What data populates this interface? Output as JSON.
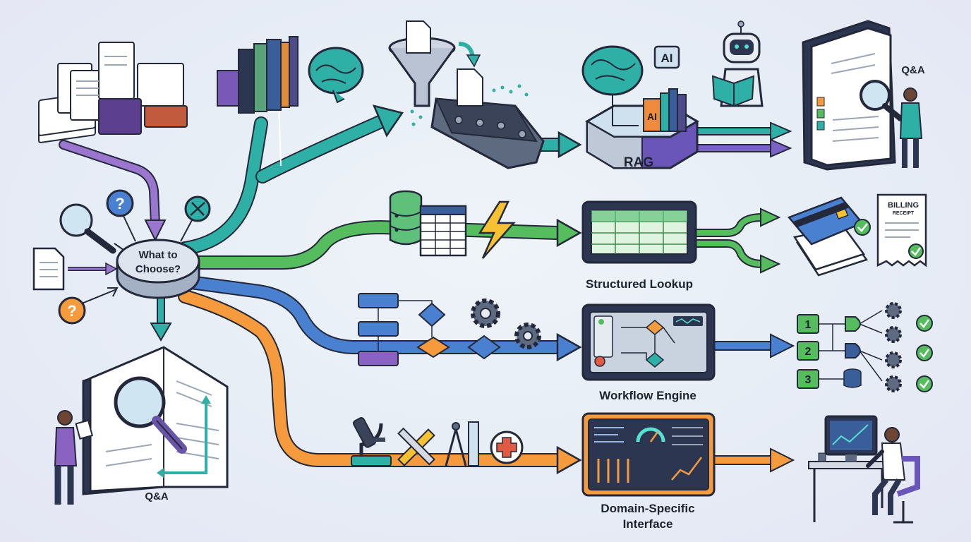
{
  "hub": {
    "line1": "What to",
    "line2": "Choose?"
  },
  "labels": {
    "qa_top": "Q&A",
    "qa_left": "Q&A",
    "rag": "RAG",
    "ai_badge": "AI",
    "ai_book": "AI",
    "structured_lookup": "Structured Lookup",
    "workflow_engine": "Workflow Engine",
    "domain_line1": "Domain-Specific",
    "domain_line2": "Interface",
    "billing": "BILLING",
    "receipt": "RECEIPT",
    "num1": "1",
    "num2": "2",
    "num3": "3"
  },
  "colors": {
    "teal": "#23a39b",
    "green": "#4cb95a",
    "blue": "#3f78c9",
    "orange": "#f3973a",
    "purple": "#8a63c2",
    "outline": "#23283a"
  },
  "icons": [
    "document-stack-icon",
    "book-stack-icon",
    "brain-icon",
    "funnel-icon",
    "conveyor-icon",
    "robot-icon",
    "magnifier-icon",
    "question-icon",
    "database-icon",
    "table-icon",
    "lightning-icon",
    "flowchart-icon",
    "gear-icon",
    "credit-card-icon",
    "receipt-icon",
    "check-icon",
    "microscope-icon",
    "tools-icon",
    "compass-icon",
    "medical-cross-icon",
    "dashboard-icon",
    "person-icon",
    "desk-icon"
  ]
}
